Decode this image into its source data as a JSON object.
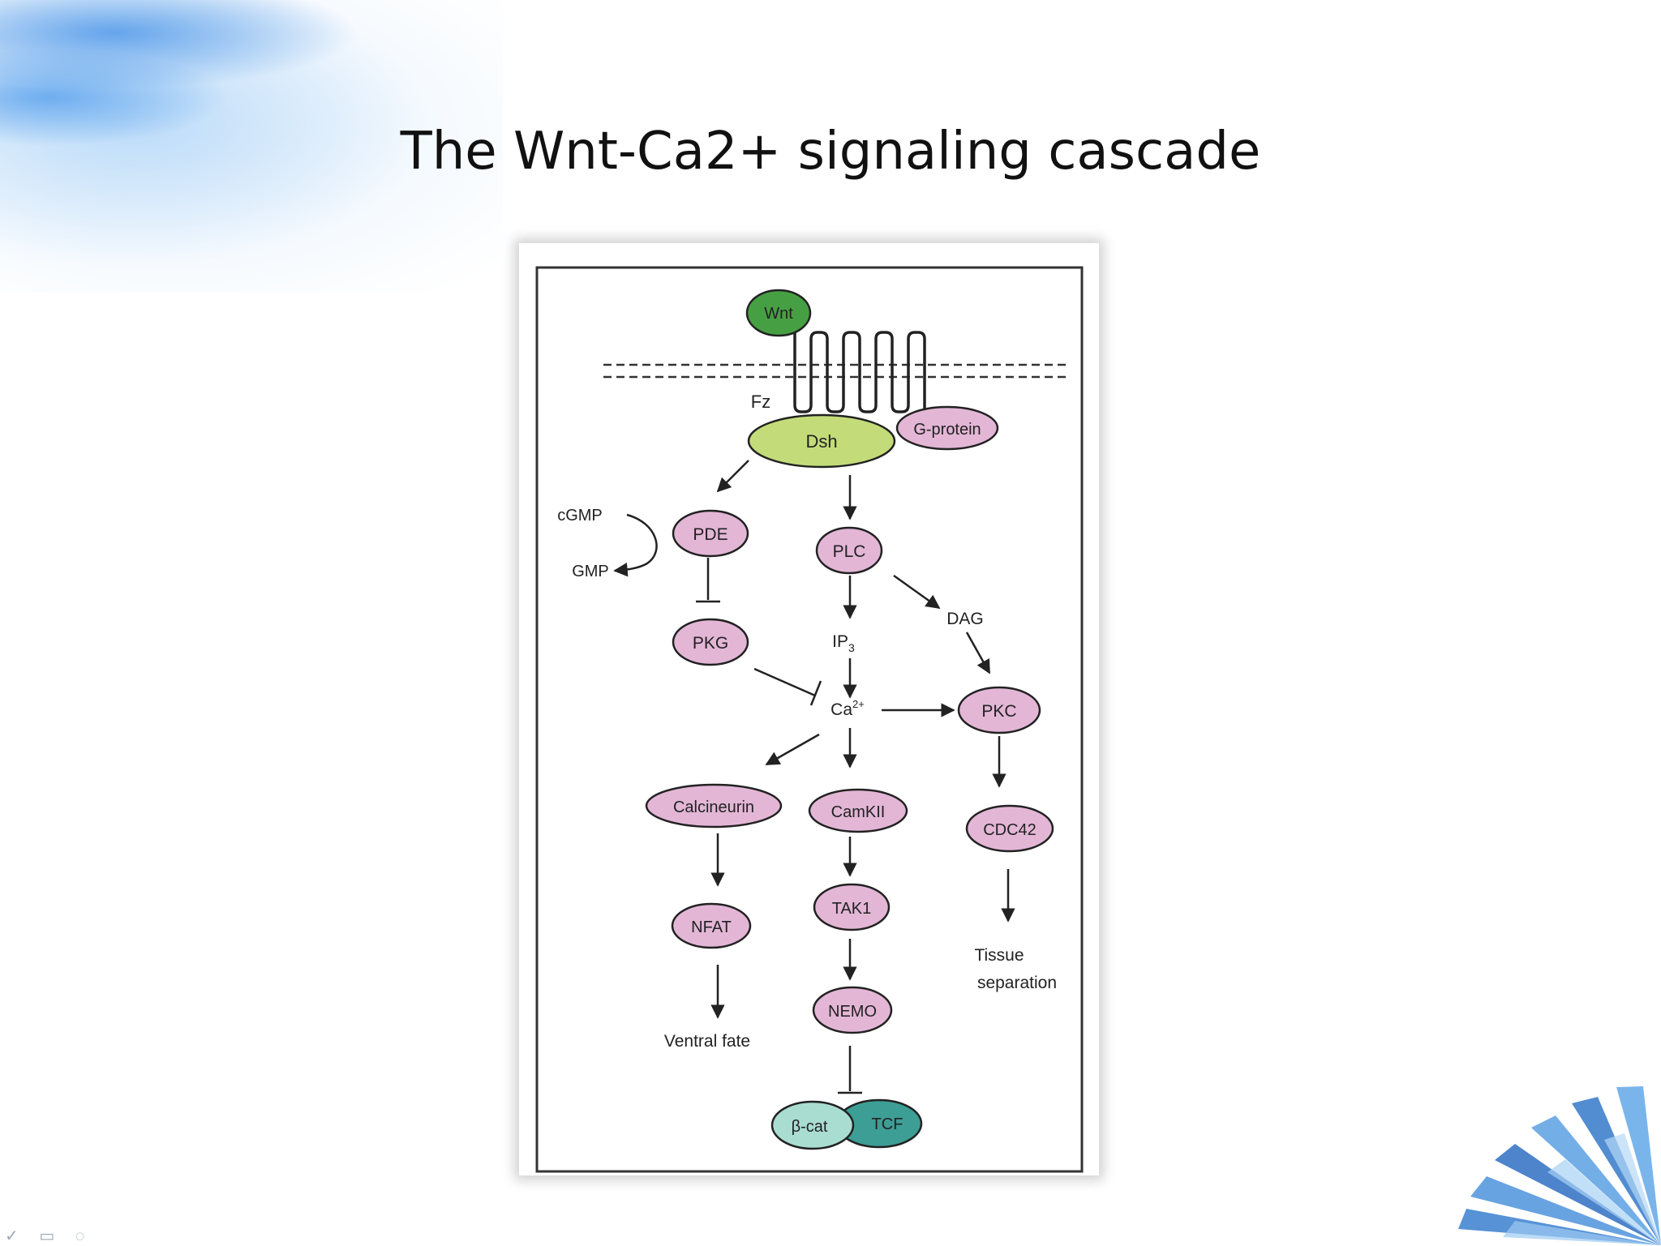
{
  "slide": {
    "title": "The Wnt-Ca2+ signaling cascade"
  },
  "colors": {
    "pink_node": "#e3b6d6",
    "green_dsh": "#c3dc79",
    "green_wnt": "#46a043",
    "teal_tcf": "#3d9e96",
    "light_teal_bcat": "#a9ddd2",
    "stroke": "#222222"
  },
  "diagram": {
    "nodes": {
      "wnt": "Wnt",
      "dsh": "Dsh",
      "g_protein": "G-protein",
      "pde": "PDE",
      "plc": "PLC",
      "pkg": "PKG",
      "pkc": "PKC",
      "calcineurin": "Calcineurin",
      "camkii": "CamKII",
      "cdc42": "CDC42",
      "nfat": "NFAT",
      "tak1": "TAK1",
      "nemo": "NEMO",
      "beta_cat": "β-cat",
      "tcf": "TCF"
    },
    "labels": {
      "fz": "Fz",
      "cgmp": "cGMP",
      "gmp": "GMP",
      "dag": "DAG",
      "ip3_base": "IP",
      "ip3_sub": "3",
      "ca_base": "Ca",
      "ca_sup": "2+",
      "ventral_fate": "Ventral fate",
      "tissue_line1": "Tissue",
      "tissue_line2": "separation"
    }
  }
}
